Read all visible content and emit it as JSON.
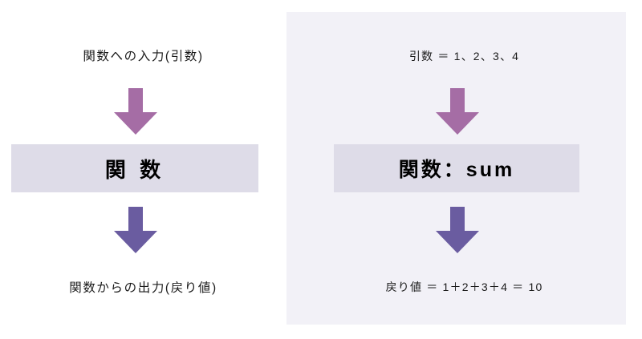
{
  "diagram": {
    "title_semantic": "function-input-output-concept",
    "colors": {
      "page_background": "#ffffff",
      "panel_background": "#f2f1f7",
      "function_box": "#dedce8",
      "arrow_input": "#a56da5",
      "arrow_output": "#6a5ca0",
      "text": "#1b1b1b"
    },
    "left": {
      "input_label": "関数への入力(引数)",
      "function_label": "関 数",
      "output_label": "関数からの出力(戻り値)",
      "arrow_in_icon": "down-arrow-icon",
      "arrow_out_icon": "down-arrow-icon"
    },
    "right": {
      "input_label": "引数 ＝ 1、2、3、4",
      "function_label": "関数：sum",
      "output_label": "戻り値 ＝ 1＋2＋3＋4 ＝ 10",
      "arrow_in_icon": "down-arrow-icon",
      "arrow_out_icon": "down-arrow-icon"
    }
  }
}
